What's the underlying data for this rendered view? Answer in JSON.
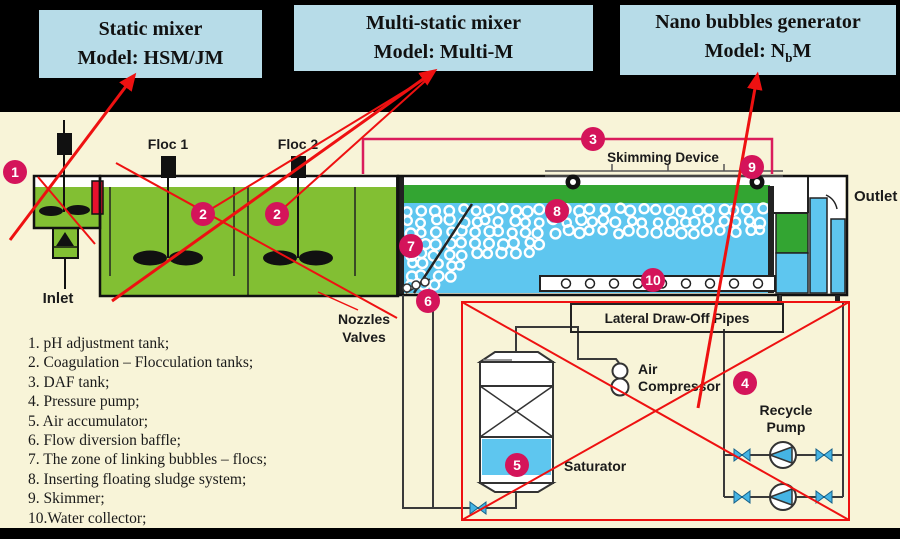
{
  "title_boxes": [
    {
      "line1": "Static mixer",
      "line2": "Model: HSM/JM"
    },
    {
      "line1": "Multi-static mixer",
      "line2": "Model: Multi-M"
    },
    {
      "line1": "Nano bubbles generator",
      "line2_prefix": "Model: N",
      "line2_sub": "b",
      "line2_suffix": "M"
    }
  ],
  "diagram_labels": {
    "floc1": "Floc 1",
    "floc2": "Floc 2",
    "inlet": "Inlet",
    "outlet": "Outlet",
    "skimming_device": "Skimming Device",
    "nozzles_valves": "Nozzles Valves",
    "lateral_draw_off": "Lateral Draw-Off Pipes",
    "saturator": "Saturator",
    "air_compressor": "Air Compressor",
    "recycle_pump": "Recycle Pump"
  },
  "markers": {
    "m1": "1",
    "m2a": "2",
    "m2b": "2",
    "m3": "3",
    "m4": "4",
    "m5": "5",
    "m6": "6",
    "m7": "7",
    "m8": "8",
    "m9": "9",
    "m10": "10"
  },
  "legend": {
    "items": [
      "1. pH adjustment tank;",
      "2. Coagulation – Flocculation tanks;",
      "3. DAF tank;",
      "4. Pressure pump;",
      "5. Air accumulator;",
      "6. Flow diversion baffle;",
      "7. The zone of linking bubbles – flocs;",
      "8. Inserting floating sludge system;",
      "9. Skimmer;",
      "10.Water collector;"
    ]
  },
  "colors": {
    "background": "#000000",
    "panel_cream": "#f8f4d8",
    "title_box_blue": "#b7dce8",
    "water_green": "#82bf33",
    "sludge_green": "#33a532",
    "water_blue": "#5ec6ef",
    "marker_crimson": "#d4145a",
    "bracket_pink": "#da1c5c",
    "annotation_red": "#ee1111",
    "gate_red": "#e8112d",
    "valve_blue": "#45b4e4"
  }
}
